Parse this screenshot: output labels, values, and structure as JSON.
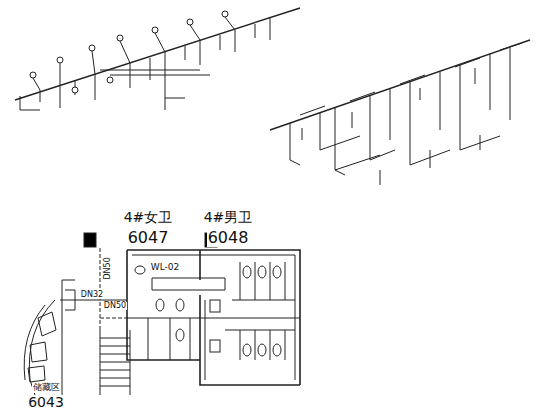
{
  "diagram": {
    "labels": [
      "4#女卫",
      "6047",
      "4#男卫",
      "6048",
      "WL-02",
      "6043",
      "储藏区",
      "DN50",
      "DN32",
      "DN50"
    ]
  }
}
